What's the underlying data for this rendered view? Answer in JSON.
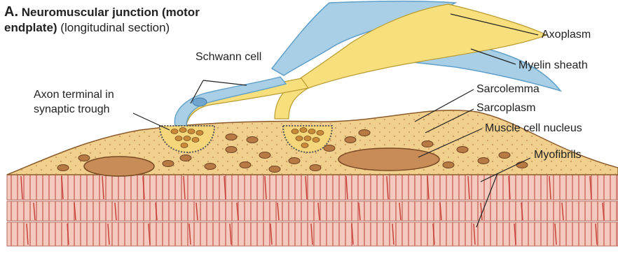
{
  "title": {
    "letter": "A.",
    "main": "Neuromuscular junction (motor endplate)",
    "sub": "(longitudinal section)"
  },
  "labels": {
    "axoplasm": "Axoplasm",
    "myelin_sheath": "Myelin sheath",
    "schwann_cell": "Schwann cell",
    "axon_terminal_line1": "Axon terminal in",
    "axon_terminal_line2": "synaptic trough",
    "sarcolemma": "Sarcolemma",
    "sarcoplasm": "Sarcoplasm",
    "muscle_cell_nucleus": "Muscle cell nucleus",
    "myofibrils": "Myofibrils"
  },
  "colors": {
    "myelin": "#a9cfe6",
    "myelin_edge": "#5f9fc8",
    "axoplasm": "#f7df7e",
    "sarcoplasm": "#f2cf8c",
    "nucleus": "#c98e5a",
    "myofibril": "#f1c4b6",
    "myofibril_stripe": "#c9423a",
    "line": "#222222"
  }
}
